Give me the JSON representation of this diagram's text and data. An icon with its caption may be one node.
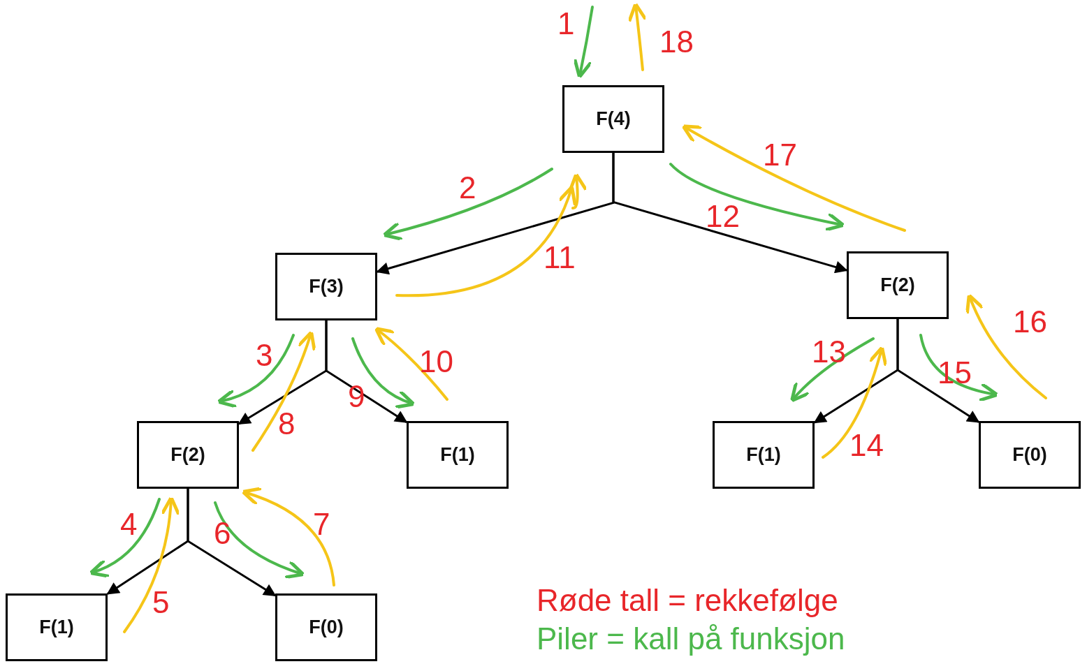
{
  "diagram": {
    "nodes": [
      {
        "text": [
          "F(4)"
        ]
      },
      {
        "text": [
          "F(3)"
        ]
      },
      {
        "text": [
          "F(2)"
        ]
      },
      {
        "text": [
          "F(2)"
        ]
      },
      {
        "text": [
          "F(1)"
        ]
      },
      {
        "text": [
          "F(1)"
        ]
      },
      {
        "text": [
          "F(0)"
        ]
      },
      {
        "text": [
          "F(1)"
        ]
      },
      {
        "text": [
          "F(0)"
        ]
      }
    ],
    "edges": [
      {
        "from": 0,
        "to": 1,
        "arrow": "to"
      },
      {
        "from": 0,
        "to": 2,
        "arrow": "to"
      },
      {
        "from": 1,
        "to": 3,
        "arrow": "to"
      },
      {
        "from": 1,
        "to": 4,
        "arrow": "to"
      },
      {
        "from": 2,
        "to": 5,
        "arrow": "to"
      },
      {
        "from": 2,
        "to": 6,
        "arrow": "to"
      },
      {
        "from": 3,
        "to": 7,
        "arrow": "to"
      },
      {
        "from": 3,
        "to": 8,
        "arrow": "to"
      }
    ],
    "labels": [
      "1",
      "18",
      "17",
      "2",
      "12",
      "11",
      "16",
      "13",
      "3",
      "10",
      "15",
      "9",
      "8",
      "14",
      "4",
      "7",
      "6",
      "5",
      "Røde tall = rekkefølge",
      "Piler = kall på funksjon"
    ]
  }
}
